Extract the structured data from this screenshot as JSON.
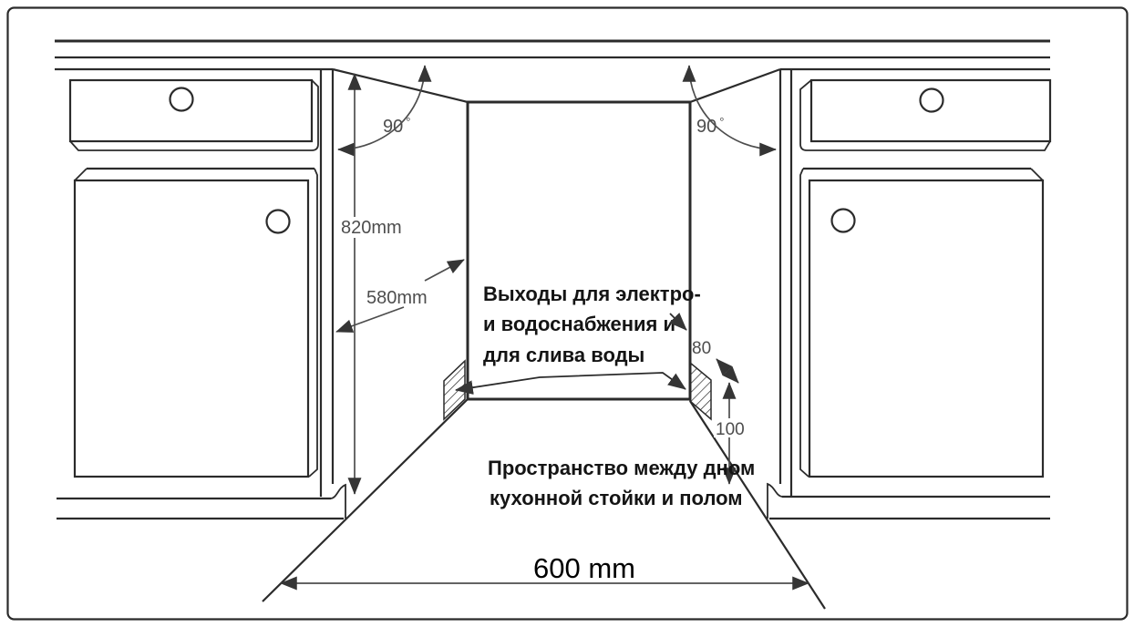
{
  "colors": {
    "line": "#2b2b2b",
    "dim": "#4d4d4d",
    "note": "#141414",
    "bg": "#ffffff"
  },
  "labels": {
    "angle_left": "90",
    "angle_right": "90",
    "degree": "°",
    "niche_height": "820mm",
    "niche_depth": "580mm",
    "recess_depth": "80",
    "recess_height": "100",
    "niche_width": "600 mm",
    "outlets_line1": "Выходы для электро-",
    "outlets_line2": "и водоснабжения и",
    "outlets_line3": "для слива воды",
    "floor_gap_line1": "Пространство между дном",
    "floor_gap_line2": "кухонной стойки и полом"
  }
}
